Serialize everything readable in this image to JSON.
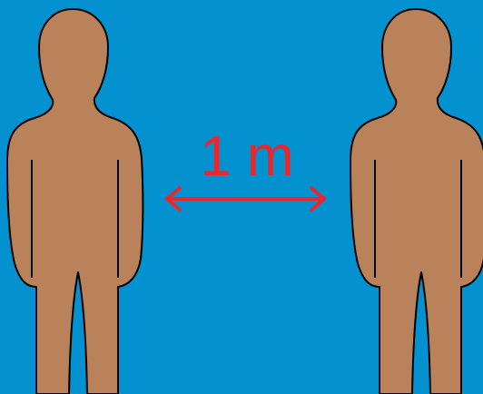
{
  "distance": {
    "label": "1 m"
  },
  "colors": {
    "background": "#0392cf",
    "figure_fill": "#b9825b",
    "figure_outline": "#000000",
    "annotation": "#e8262c"
  },
  "figures": [
    {
      "name": "left-person"
    },
    {
      "name": "right-person"
    }
  ]
}
